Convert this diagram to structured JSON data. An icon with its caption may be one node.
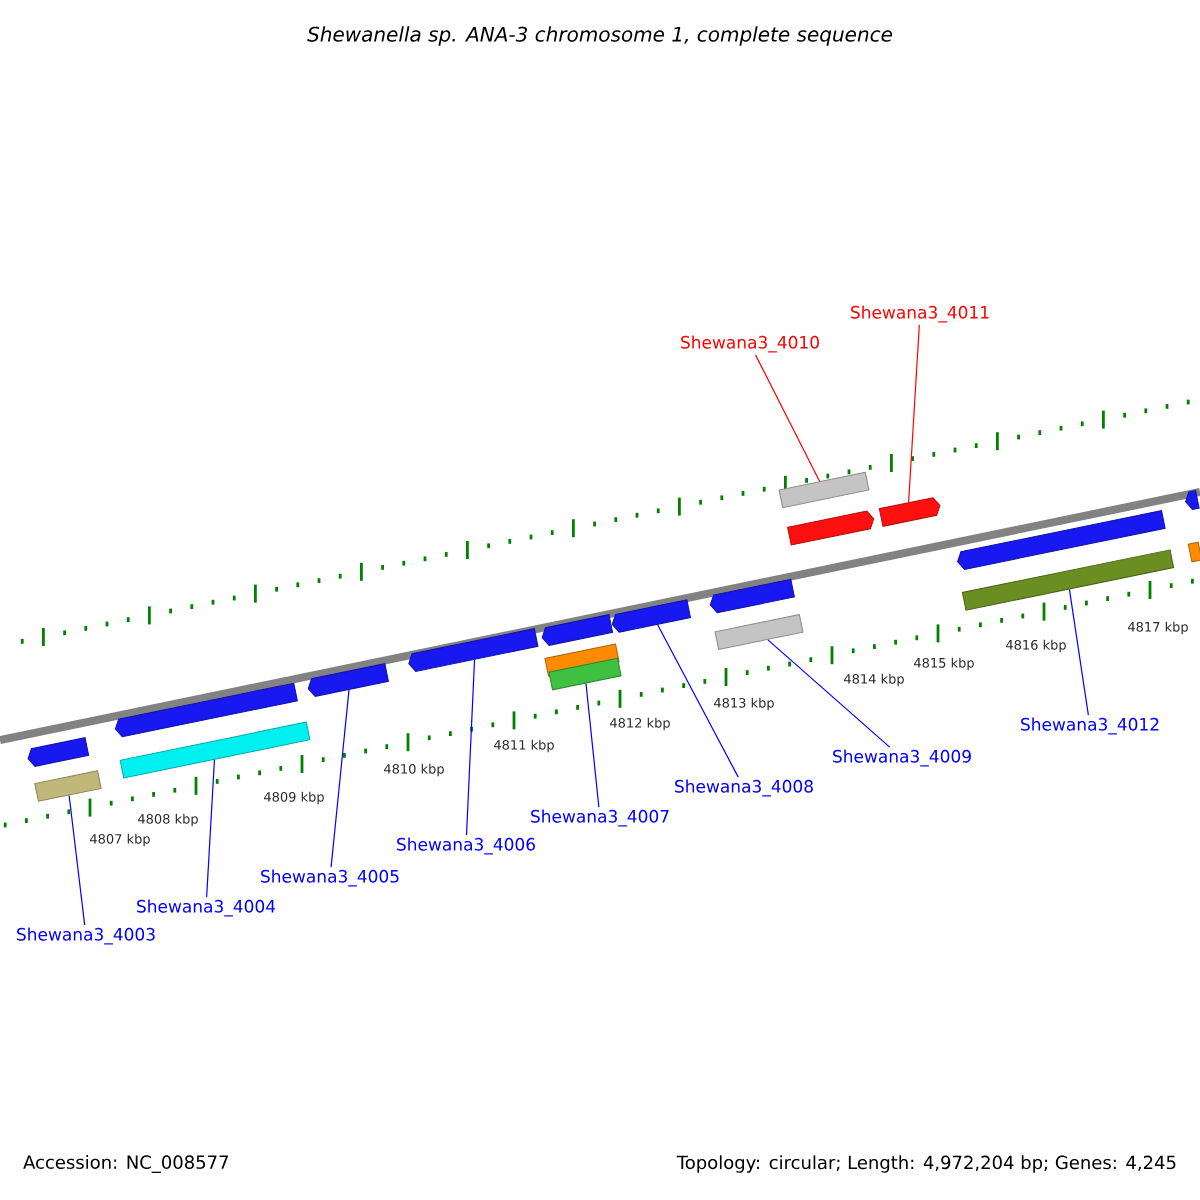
{
  "diagram": {
    "title": "Shewanella sp. ANA-3 chromosome 1, complete sequence",
    "nodes": [
      {
        "text": [],
        "shape": "arrow"
      },
      {
        "text": [],
        "shape": "bar"
      },
      {
        "text": [],
        "shape": "arrow"
      },
      {
        "text": [],
        "shape": "bar"
      },
      {
        "text": [],
        "shape": "arrow"
      },
      {
        "text": [],
        "shape": "arrow"
      },
      {
        "text": [],
        "shape": "arrow"
      },
      {
        "text": [],
        "shape": "bar"
      },
      {
        "text": [],
        "shape": "bar"
      },
      {
        "text": [],
        "shape": "arrow"
      },
      {
        "text": [],
        "shape": "arrow"
      },
      {
        "text": [],
        "shape": "bar"
      },
      {
        "text": [],
        "shape": "bar"
      },
      {
        "text": [],
        "shape": "arrow"
      },
      {
        "text": [],
        "shape": "arrow"
      },
      {
        "text": [],
        "shape": "arrow"
      },
      {
        "text": [],
        "shape": "bar"
      },
      {
        "text": [],
        "shape": "arrow"
      },
      {
        "text": [],
        "shape": "bar"
      },
      {
        "text": [
          "Shewana3_4003"
        ]
      },
      {
        "text": [
          "Shewana3_4004"
        ]
      },
      {
        "text": [
          "Shewana3_4005"
        ]
      },
      {
        "text": [
          "Shewana3_4006"
        ]
      },
      {
        "text": [
          "Shewana3_4007"
        ]
      },
      {
        "text": [
          "Shewana3_4008"
        ]
      },
      {
        "text": [
          "Shewana3_4009"
        ]
      },
      {
        "text": [
          "Shewana3_4010"
        ]
      },
      {
        "text": [
          "Shewana3_4011"
        ]
      },
      {
        "text": [
          "Shewana3_4012"
        ]
      }
    ],
    "edges": [
      {
        "from": 19,
        "to": 1,
        "arrow": "none"
      },
      {
        "from": 20,
        "to": 3,
        "arrow": "none"
      },
      {
        "from": 21,
        "to": 4,
        "arrow": "none"
      },
      {
        "from": 22,
        "to": 5,
        "arrow": "none"
      },
      {
        "from": 23,
        "to": 8,
        "arrow": "none"
      },
      {
        "from": 24,
        "to": 9,
        "arrow": "none"
      },
      {
        "from": 25,
        "to": 11,
        "arrow": "none"
      },
      {
        "from": 26,
        "to": 12,
        "arrow": "none",
        "color": "#ff0000"
      },
      {
        "from": 27,
        "to": 14,
        "arrow": "none",
        "color": "#ff0000"
      },
      {
        "from": 28,
        "to": 16,
        "arrow": "none"
      }
    ],
    "labels": [
      "4807 kbp",
      "4808 kbp",
      "4809 kbp",
      "4810 kbp",
      "4811 kbp",
      "4812 kbp",
      "4813 kbp",
      "4814 kbp",
      "4815 kbp",
      "4816 kbp",
      "4817 kbp",
      "Accession: NC_008577",
      "Topology: circular; Length: 4,972,204 bp; Genes: 4,245"
    ]
  }
}
